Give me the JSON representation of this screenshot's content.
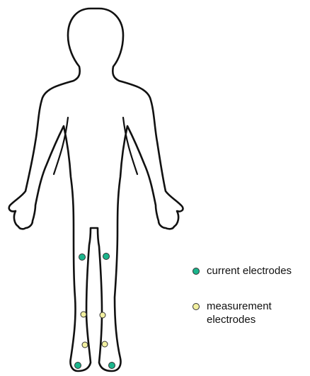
{
  "figure": {
    "legend": [
      {
        "key": "current",
        "label": "current electrodes",
        "color": "#1bb58c"
      },
      {
        "key": "measurement",
        "label": "measurement\nelectrodes",
        "color": "#f2f0a0"
      }
    ]
  },
  "colors": {
    "outline": "#111111",
    "current": "#1bb58c",
    "measurement": "#f2f0a0"
  }
}
